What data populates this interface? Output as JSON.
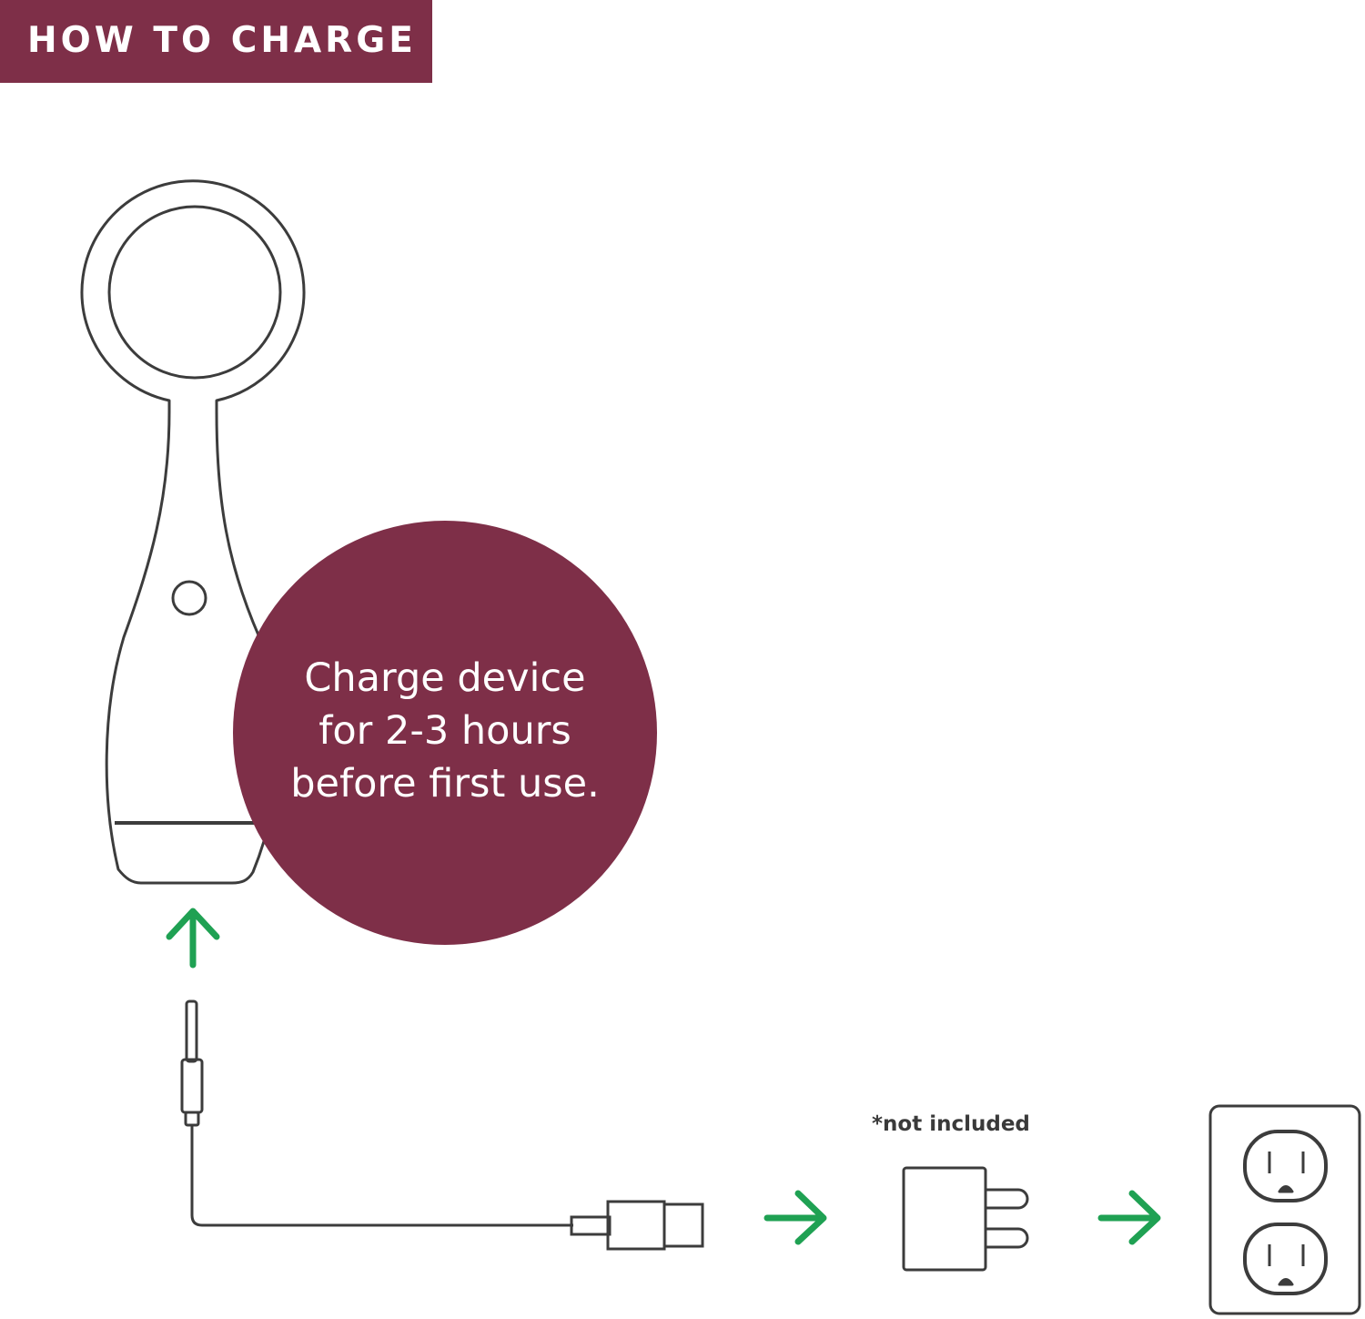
{
  "header": {
    "title": "HOW TO CHARGE"
  },
  "callout": {
    "lines": [
      "Charge device",
      "for 2-3 hours",
      "before first use."
    ]
  },
  "adapter": {
    "note": "*not included"
  },
  "colors": {
    "brand": "#7e2f48",
    "arrow": "#1fa153",
    "outline": "#3c3c3c"
  },
  "icons": [
    "device-icon",
    "charging-cable-icon",
    "usb-plug-icon",
    "wall-adapter-icon",
    "wall-outlet-icon",
    "arrow-up-icon",
    "arrow-right-icon"
  ]
}
